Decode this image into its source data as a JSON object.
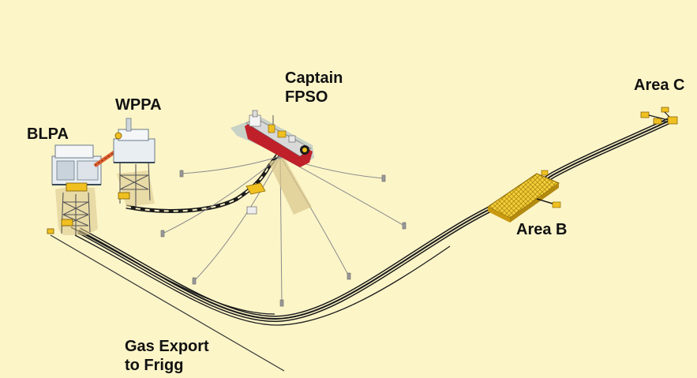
{
  "labels": {
    "blpa": "BLPA",
    "wppa": "WPPA",
    "captain_fpso_line1": "Captain",
    "captain_fpso_line2": "FPSO",
    "area_b": "Area B",
    "area_c": "Area C",
    "gas_export_line1": "Gas Export",
    "gas_export_line2": "to Frigg"
  },
  "colors": {
    "background": "#fcf5c8",
    "pipeline": "#1a1a1a",
    "mooring_line": "#8a8a8a",
    "fpso_hull": "#c0202a",
    "platform_yellow": "#f0c020",
    "platform_white": "#e8eef2",
    "seabed_shadow": "#d8c48a"
  }
}
